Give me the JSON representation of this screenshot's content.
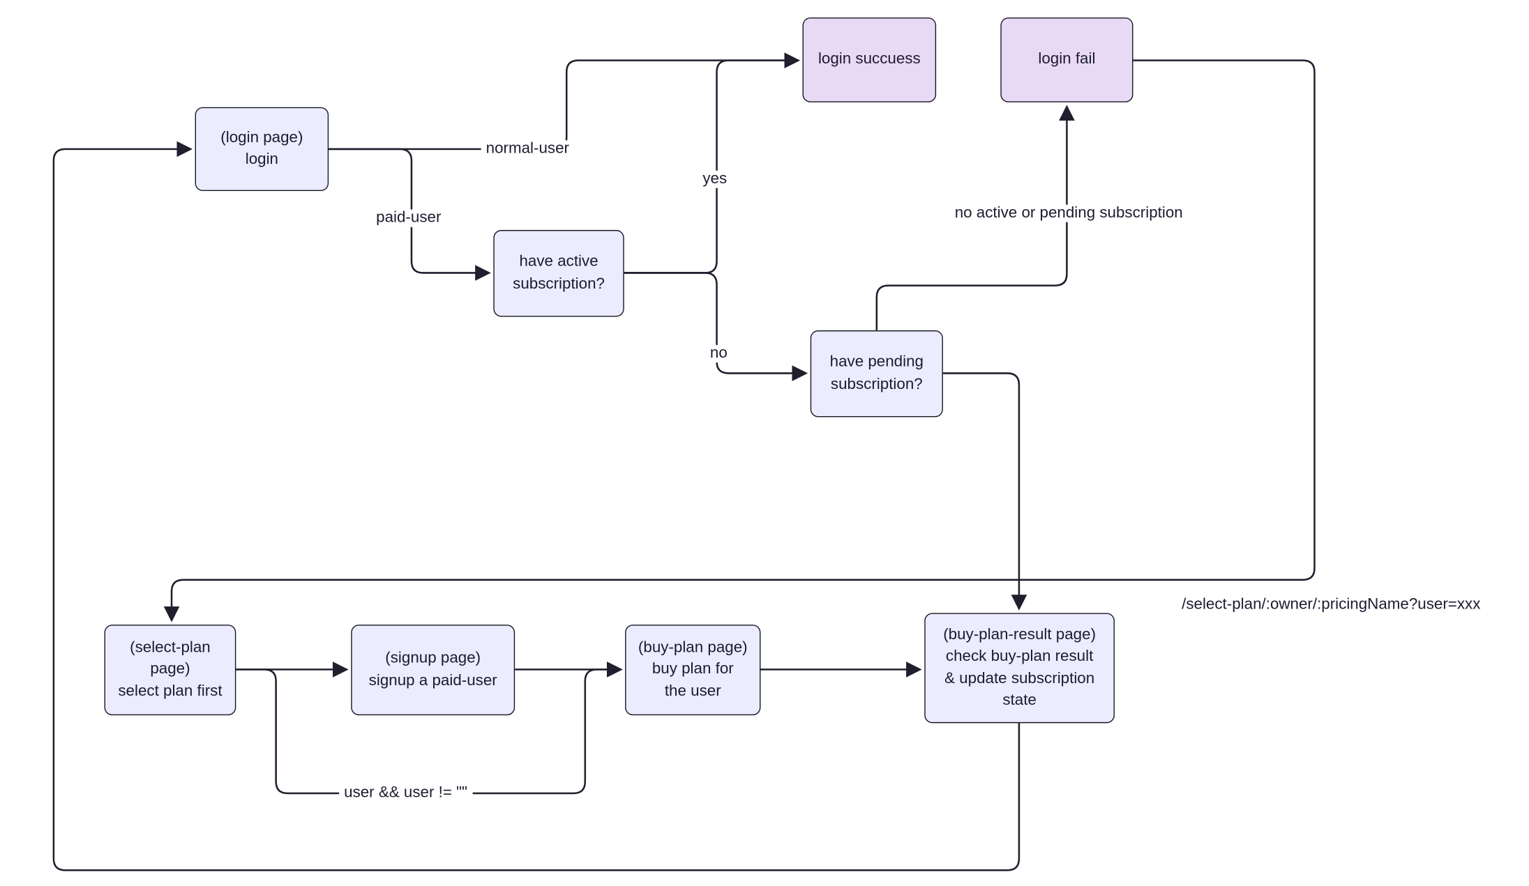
{
  "diagram": {
    "colors": {
      "background": "#ffffff",
      "node_fill": "#ECECFF",
      "accent_fill": "#E8D9F5",
      "node_border": "#161622",
      "line_color": "#1f1f2e",
      "text_color": "#1c1c30"
    },
    "nodes": {
      "login": {
        "label": "(login page)\nlogin"
      },
      "login_success": {
        "label": "login succuess"
      },
      "login_fail": {
        "label": "login fail"
      },
      "have_active_subscription": {
        "label": "have active\nsubscription?"
      },
      "have_pending_subscription": {
        "label": "have pending\nsubscription?"
      },
      "select_plan": {
        "label": "(select-plan\npage)\nselect plan first"
      },
      "signup": {
        "label": "(signup page)\nsignup a paid-user"
      },
      "buy_plan": {
        "label": "(buy-plan page)\nbuy plan for\nthe user"
      },
      "buy_plan_result": {
        "label": "(buy-plan-result page)\ncheck buy-plan result\n& update subscription\nstate"
      }
    },
    "edge_labels": {
      "normal_user": "normal-user",
      "paid_user": "paid-user",
      "yes": "yes",
      "no": "no",
      "no_active_or_pending": "no active or pending subscription",
      "select_plan_url": "/select-plan/:owner/:pricingName?user=xxx",
      "user_not_empty": "user && user != \"\""
    },
    "edges": [
      {
        "from": "login",
        "to": "login_success",
        "label": "normal-user"
      },
      {
        "from": "login",
        "to": "have_active_subscription",
        "label": "paid-user"
      },
      {
        "from": "have_active_subscription",
        "to": "login_success",
        "label": "yes"
      },
      {
        "from": "have_active_subscription",
        "to": "have_pending_subscription",
        "label": "no"
      },
      {
        "from": "have_pending_subscription",
        "to": "login_fail",
        "label": "no active or pending subscription"
      },
      {
        "from": "have_pending_subscription",
        "to": "buy_plan_result",
        "label": ""
      },
      {
        "from": "login_fail",
        "to": "select_plan",
        "label": "/select-plan/:owner/:pricingName?user=xxx"
      },
      {
        "from": "select_plan",
        "to": "signup",
        "label": ""
      },
      {
        "from": "signup",
        "to": "buy_plan",
        "label": ""
      },
      {
        "from": "select_plan",
        "to": "buy_plan",
        "label": "user && user != \"\""
      },
      {
        "from": "buy_plan",
        "to": "buy_plan_result",
        "label": ""
      },
      {
        "from": "buy_plan_result",
        "to": "login",
        "label": ""
      }
    ]
  }
}
